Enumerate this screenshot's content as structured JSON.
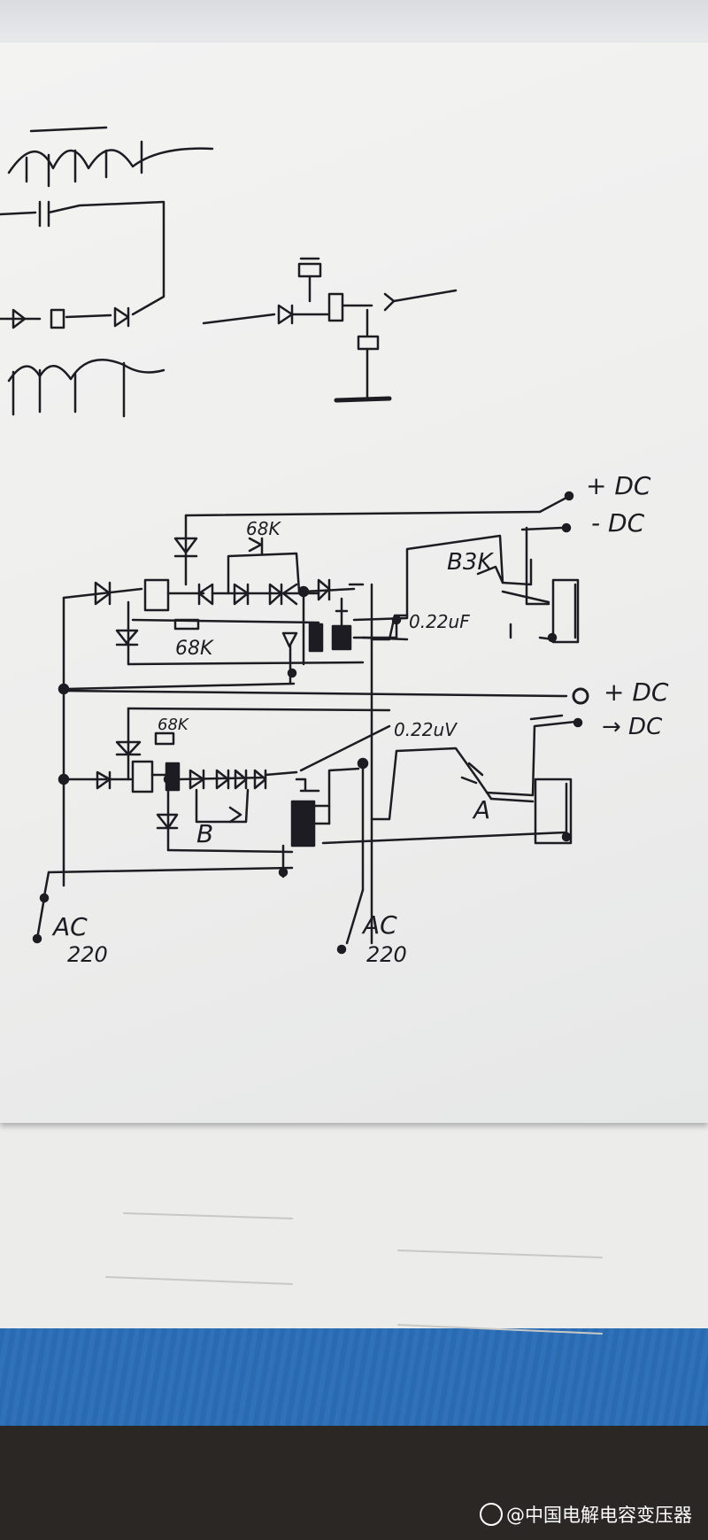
{
  "paper": {
    "label_top_dc_pos": "+ DC",
    "label_top_dc_neg": "- DC",
    "label_r_top": "68K",
    "label_r_top_mid": "68K",
    "label_cap_top": "0.22uF",
    "label_opto_top": "B3K",
    "label_mid_dc_pos": "+ DC",
    "label_mid_dc_neg": "→ DC",
    "label_r_bottom": "68K",
    "label_cap_bottom": "0.22uV",
    "label_b": "B",
    "label_a": "A",
    "label_ac_left": "AC",
    "label_ac_left_v": "220",
    "label_ac_right": "AC",
    "label_ac_right_v": "220"
  },
  "watermark": {
    "text": "@中国电解电容变压器"
  },
  "colors": {
    "ink": "#1c1c22",
    "paper": "#efefee",
    "folder": "#2f72b9"
  }
}
